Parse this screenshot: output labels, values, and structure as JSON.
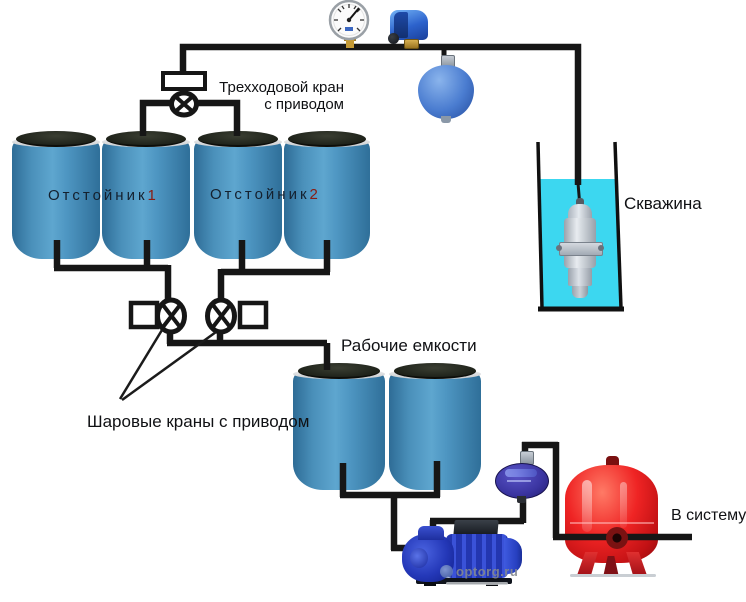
{
  "diagram": {
    "labels": {
      "threeway_line1": "Трехходовой кран",
      "threeway_line2": "с приводом",
      "settling_tank_1_name": "Отстойник",
      "settling_tank_1_num": "1",
      "settling_tank_2_name": "Отстойник",
      "settling_tank_2_num": "2",
      "ball_valves": "Шаровые краны с приводом",
      "working_tanks": "Рабочие емкости",
      "well": "Скважина",
      "to_system": "В систему",
      "watermark": "optorg.ru"
    },
    "equipment_icons": {
      "gauge": "pressure-gauge-icon",
      "switch": "pressure-switch-icon",
      "expansion": "expansion-tank-icon",
      "submersible": "submersible-pump-icon",
      "controller": "pump-controller-icon",
      "jet_pump": "surface-pump-icon",
      "accumulator": "red-accumulator-tank-icon"
    },
    "colors": {
      "pipe": "#161616",
      "barrel_blue": "#4690bc",
      "water_cyan": "#3cd7f0",
      "tank_red": "#e62020",
      "pump_blue": "#2d45c8",
      "controller_purple": "#3b35a0",
      "expansion_blue": "#4a7cd0",
      "digit_red": "#8a1c12"
    }
  }
}
